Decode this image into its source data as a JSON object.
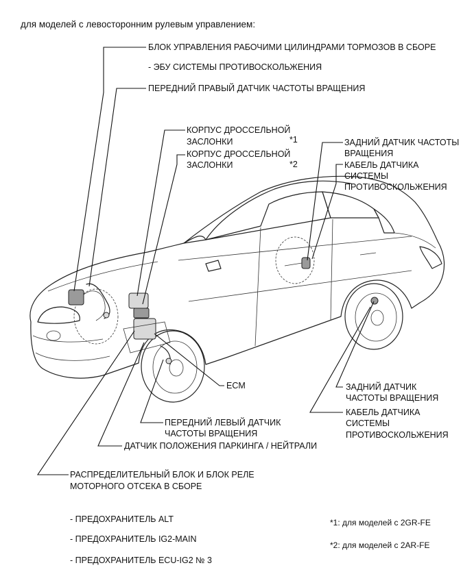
{
  "header": "для моделей с левосторонним рулевым управлением:",
  "labels": {
    "brake_actuator": "БЛОК УПРАВЛЕНИЯ РАБОЧИМИ ЦИЛИНДРАМИ ТОРМОЗОВ В СБОРЕ",
    "skid_ecu": "- ЭБУ СИСТЕМЫ ПРОТИВОСКОЛЬЖЕНИЯ",
    "front_right_sensor": "ПЕРЕДНИЙ ПРАВЫЙ ДАТЧИК ЧАСТОТЫ ВРАЩЕНИЯ",
    "throttle1_line1": "КОРПУС ДРОССЕЛЬНОЙ",
    "throttle1_line2": "ЗАСЛОНКИ",
    "throttle1_mark": "*1",
    "throttle2_line1": "КОРПУС ДРОССЕЛЬНОЙ",
    "throttle2_line2": "ЗАСЛОНКИ",
    "throttle2_mark": "*2",
    "rear_sensor_top_line1": "ЗАДНИЙ ДАТЧИК ЧАСТОТЫ",
    "rear_sensor_top_line2": "ВРАЩЕНИЯ",
    "sensor_cable_top_line1": "КАБЕЛЬ ДАТЧИКА",
    "sensor_cable_top_line2": "СИСТЕМЫ",
    "sensor_cable_top_line3": "ПРОТИВОСКОЛЬЖЕНИЯ",
    "ecm": "ECM",
    "rear_sensor_bottom_line1": "ЗАДНИЙ ДАТЧИК",
    "rear_sensor_bottom_line2": "ЧАСТОТЫ ВРАЩЕНИЯ",
    "sensor_cable_bottom_line1": "КАБЕЛЬ ДАТЧИКА",
    "sensor_cable_bottom_line2": "СИСТЕМЫ",
    "sensor_cable_bottom_line3": "ПРОТИВОСКОЛЬЖЕНИЯ",
    "front_left_sensor_line1": "ПЕРЕДНИЙ ЛЕВЫЙ ДАТЧИК",
    "front_left_sensor_line2": "ЧАСТОТЫ ВРАЩЕНИЯ",
    "park_neutral_sensor": "ДАТЧИК ПОЛОЖЕНИЯ ПАРКИНГА / НЕЙТРАЛИ",
    "relay_block_line1": "РАСПРЕДЕЛИТЕЛЬНЫЙ БЛОК И БЛОК РЕЛЕ",
    "relay_block_line2": "МОТОРНОГО ОТСЕКА В СБОРЕ"
  },
  "fuses": [
    "- ПРЕДОХРАНИТЕЛЬ ALT",
    "- ПРЕДОХРАНИТЕЛЬ IG2-MAIN",
    "- ПРЕДОХРАНИТЕЛЬ ECU-IG2 № 3"
  ],
  "notes": [
    "*1: для моделей с 2GR-FE",
    "*2: для моделей с 2AR-FE"
  ]
}
